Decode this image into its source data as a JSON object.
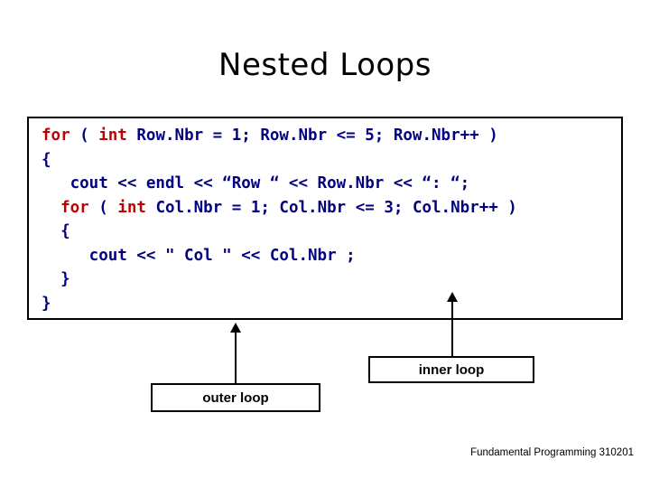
{
  "slide": {
    "title": "Nested Loops",
    "code": {
      "lines": [
        [
          {
            "t": "for ",
            "c": "kw"
          },
          {
            "t": "( ",
            "c": "blue"
          },
          {
            "t": "int ",
            "c": "kw"
          },
          {
            "t": "Row.Nbr = 1; Row.Nbr <= 5; Row.Nbr++ )",
            "c": "blue"
          }
        ],
        [
          {
            "t": "{",
            "c": "blue"
          }
        ],
        [
          {
            "t": "   cout << endl << “Row “ << Row.Nbr << “: “;",
            "c": "blue"
          }
        ],
        [
          {
            "t": "  ",
            "c": "blue"
          },
          {
            "t": "for ",
            "c": "kw"
          },
          {
            "t": "( ",
            "c": "blue"
          },
          {
            "t": "int ",
            "c": "kw"
          },
          {
            "t": "Col.Nbr = 1; Col.Nbr <= 3; Col.Nbr++ )",
            "c": "blue"
          }
        ],
        [
          {
            "t": "  {",
            "c": "blue"
          }
        ],
        [
          {
            "t": "     cout << \" Col \" << Col.Nbr ;",
            "c": "blue"
          }
        ],
        [
          {
            "t": "  }",
            "c": "blue"
          }
        ],
        [
          {
            "t": "}",
            "c": "blue"
          }
        ]
      ]
    },
    "labels": {
      "outer_loop": "outer loop",
      "inner_loop": "inner loop"
    },
    "footer": "Fundamental Programming 310201"
  }
}
